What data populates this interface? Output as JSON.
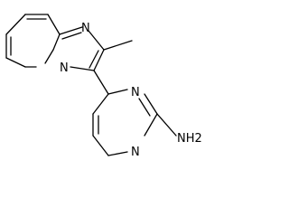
{
  "molecule": {
    "atoms": {
      "imidazole_n": "N",
      "bridgehead_n": "N",
      "pyrimidine_n_upper": "N",
      "pyrimidine_n_lower": "N",
      "amine": "NH2"
    }
  },
  "colors": {
    "bond": "#000000",
    "label": "#000000",
    "background": "#ffffff"
  }
}
